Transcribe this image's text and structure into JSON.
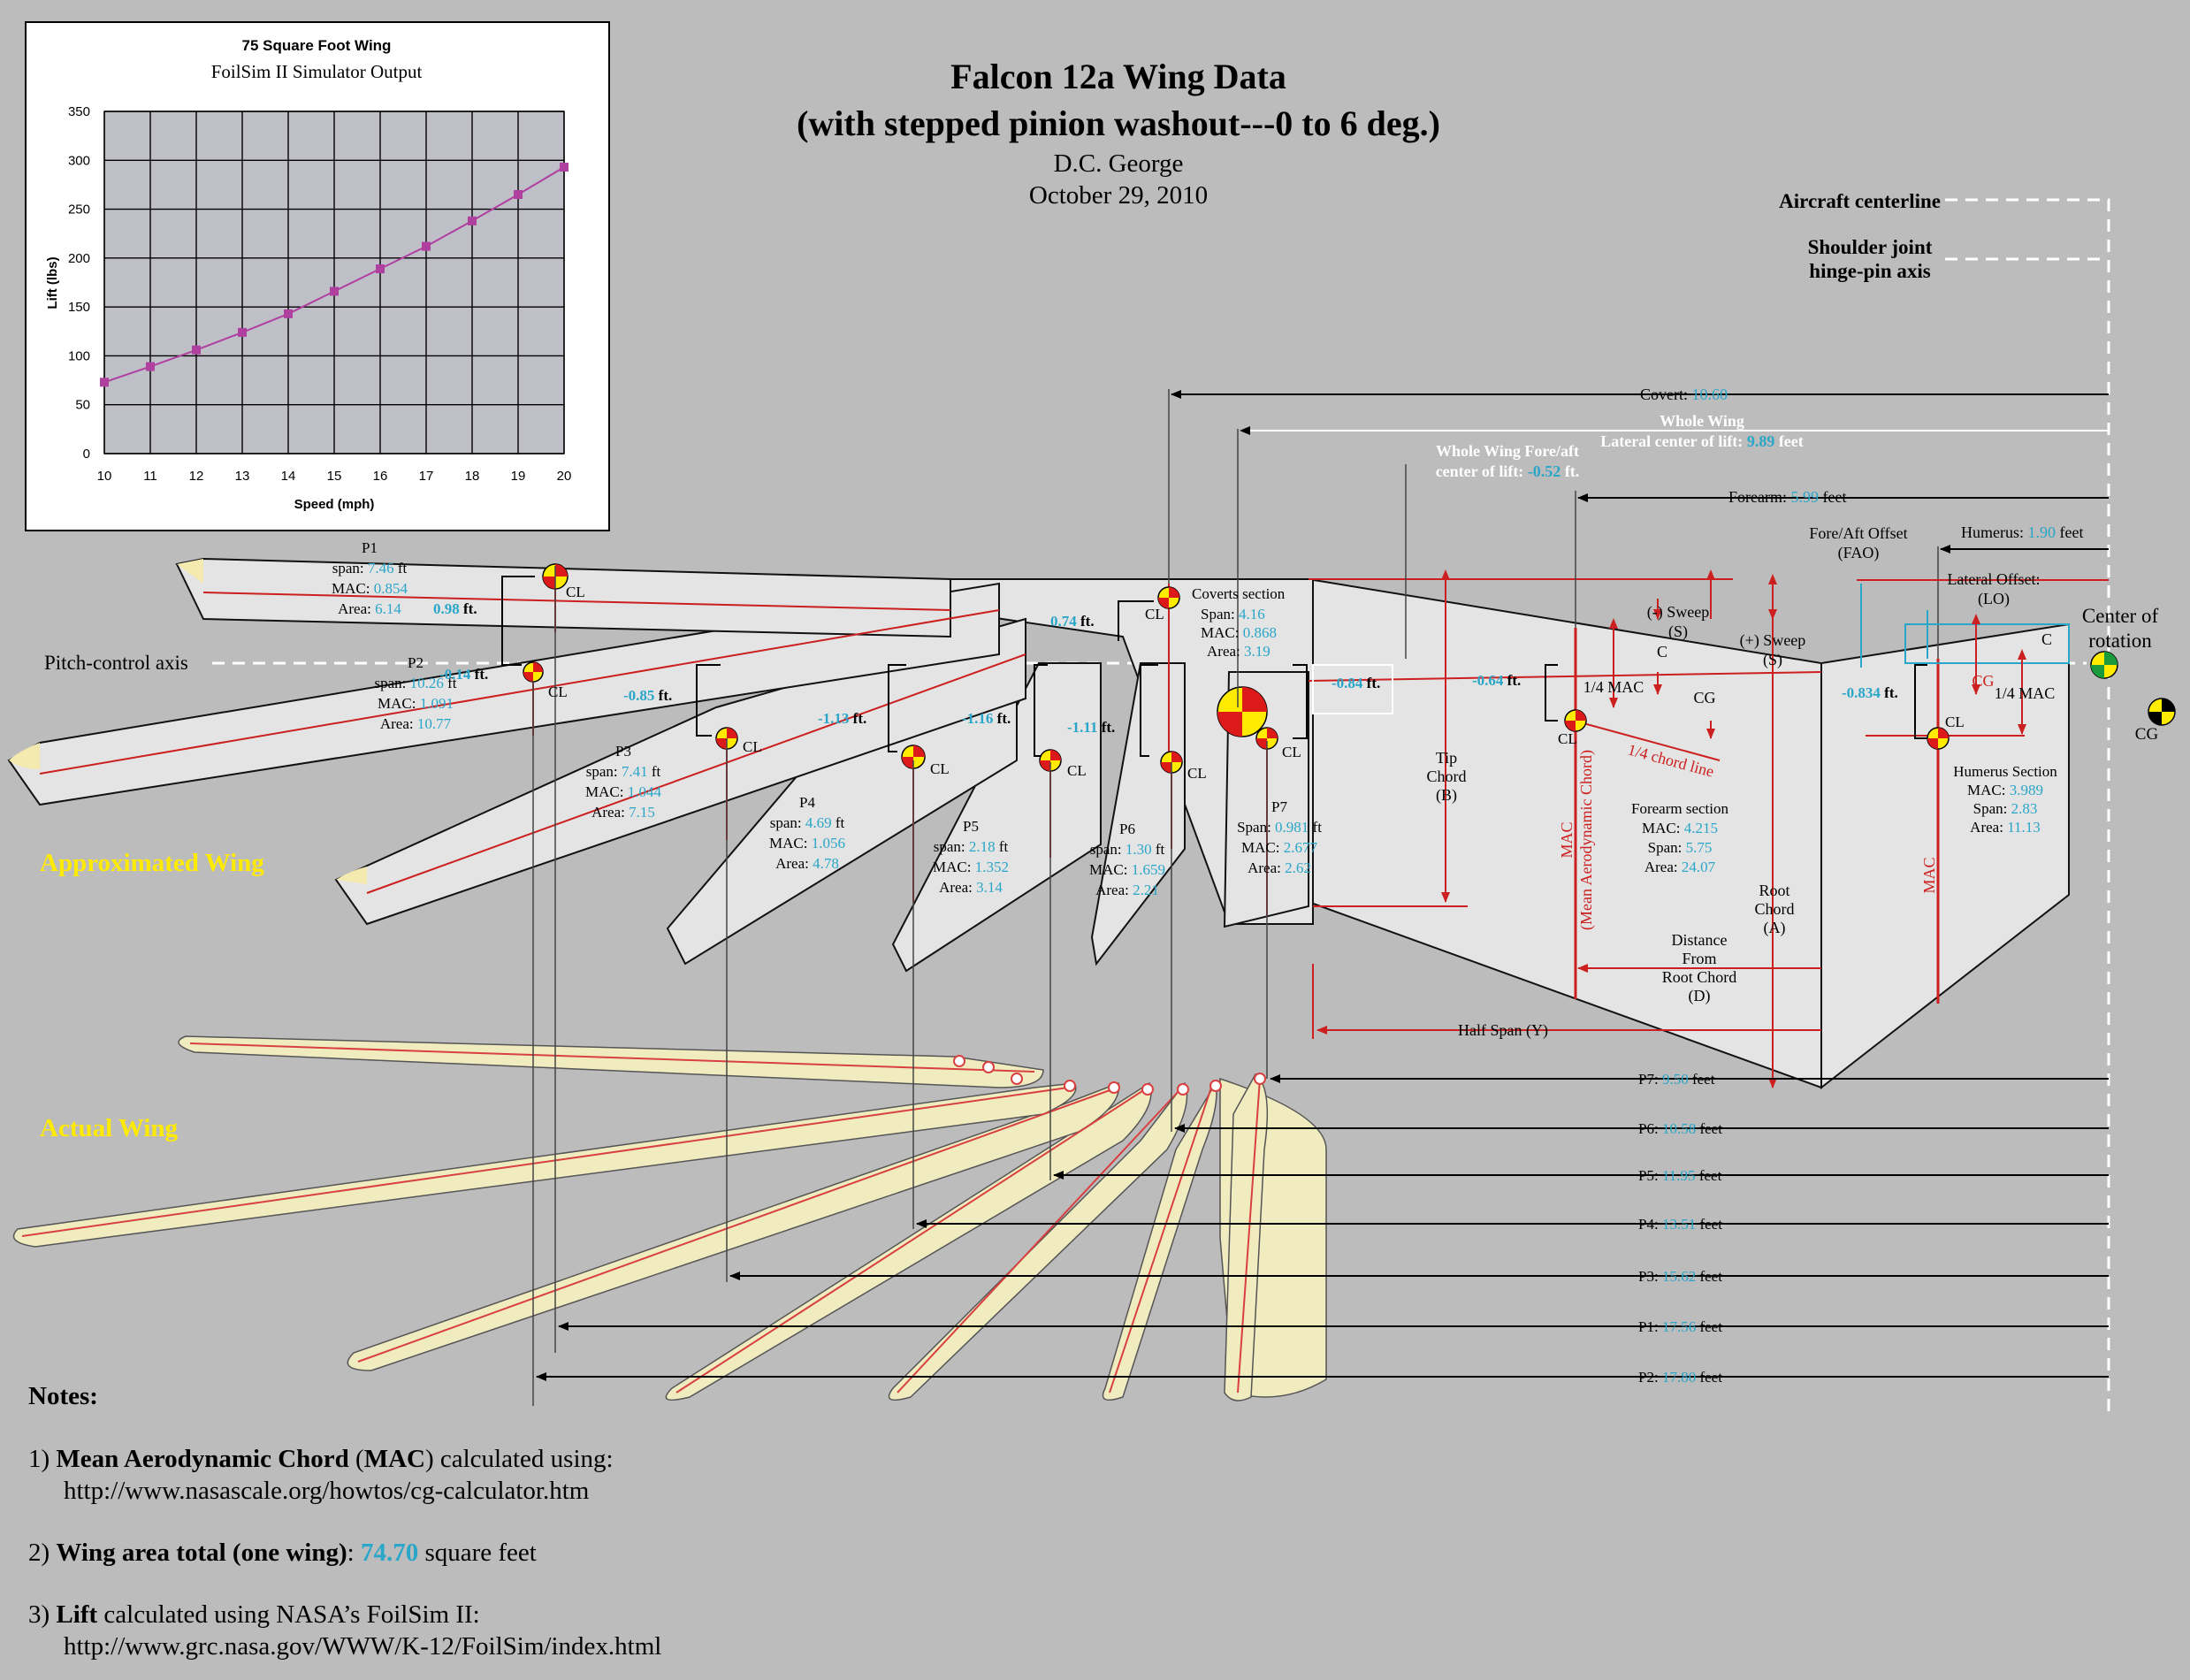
{
  "title": {
    "line1": "Falcon 12a Wing Data",
    "line2": "(with stepped pinion washout---0 to 6 deg.)",
    "author": "D.C. George",
    "date": "October 29, 2010"
  },
  "chart_data": {
    "type": "line",
    "title": "75 Square Foot Wing",
    "subtitle": "FoilSim II Simulator Output",
    "xlabel": "Speed (mph)",
    "ylabel": "Lift (lbs)",
    "x": [
      10,
      11,
      12,
      13,
      14,
      15,
      16,
      17,
      18,
      19,
      20
    ],
    "y": [
      73,
      89,
      106,
      124,
      143,
      166,
      189,
      212,
      238,
      265,
      293
    ],
    "xlim": [
      10,
      20
    ],
    "ylim": [
      0,
      350
    ],
    "xticks": [
      "10",
      "11",
      "12",
      "13",
      "14",
      "15",
      "16",
      "17",
      "18",
      "19",
      "20"
    ],
    "yticks": [
      "0",
      "50",
      "100",
      "150",
      "200",
      "250",
      "300",
      "350"
    ],
    "grid": true,
    "series_color": "#b040a0"
  },
  "axes_labels": {
    "centerline": "Aircraft centerline",
    "shoulder1": "Shoulder joint",
    "shoulder2": "hinge-pin axis",
    "pitch": "Pitch-control axis",
    "center_rot1": "Center of",
    "center_rot2": "rotation",
    "cg": "CG"
  },
  "dimensions": {
    "covert_label": "Covert: ",
    "covert_val": "10.60",
    "whole1": "Whole Wing",
    "whole2": "Lateral center of lift: ",
    "whole2_val": "9.89",
    "whole2_unit": " feet",
    "fa1": "Whole Wing Fore/aft",
    "fa2": "center of lift: ",
    "fa2_val": "-0.52",
    "fa2_unit": " ft.",
    "forearm_label": "Forearm: ",
    "forearm_val": "5.99",
    "forearm_unit": " feet",
    "humerus_label": "Humerus: ",
    "humerus_val": "1.90",
    "humerus_unit": " feet",
    "fao1": "Fore/Aft Offset",
    "fao2": "(FAO)",
    "lo1": "Lateral Offset:",
    "lo2": "(LO)",
    "sweep_neg1": "(-) Sweep",
    "sweep_neg2": "(S)",
    "sweep_pos1": "(+) Sweep",
    "sweep_pos2": "(S)",
    "c": "C",
    "quarter_mac": "1/4 MAC",
    "cg": "CG",
    "quarter_chord": "1/4 chord line",
    "tip1": "Tip",
    "tip2": "Chord",
    "tip3": "(B)",
    "root1": "Root",
    "root2": "Chord",
    "root3": "(A)",
    "dist1": "Distance",
    "dist2": "From",
    "dist3": "Root Chord",
    "dist4": "(D)",
    "half_span": "Half Span (Y)",
    "mac_long1": "MAC",
    "mac_long2": "(Mean Aerodynamic Chord)",
    "mac_short": "MAC"
  },
  "sections": {
    "p1": {
      "name": "P1",
      "span": "7.46",
      "mac": "0.854",
      "area": "6.14"
    },
    "p2": {
      "name": "P2",
      "span": "10.26",
      "mac": "1.091",
      "area": "10.77"
    },
    "p3": {
      "name": "P3",
      "span": "7.41",
      "mac": "1.044",
      "area": "7.15"
    },
    "p4": {
      "name": "P4",
      "span": "4.69",
      "mac": "1.056",
      "area": "4.78"
    },
    "p5": {
      "name": "P5",
      "span": "2.18",
      "mac": "1.352",
      "area": "3.14"
    },
    "p6": {
      "name": "P6",
      "span": "1.30",
      "mac": "1.659",
      "area": "2.21"
    },
    "p7": {
      "name": "P7",
      "span": "0.981",
      "mac": "2.677",
      "area": "2.62"
    },
    "coverts": {
      "name": "Coverts section",
      "span": "4.16",
      "mac": "0.868",
      "area": "3.19"
    },
    "forearm": {
      "name": "Forearm section",
      "mac": "4.215",
      "span": "5.75",
      "area": "24.07"
    },
    "humerus": {
      "name": "Humerus Section",
      "mac": "3.989",
      "span": "2.83",
      "area": "11.13"
    }
  },
  "row_labels": {
    "span": "span: ",
    "span_cap": "Span: ",
    "span_colon": "Span: ",
    "mac": "MAC: ",
    "area": "Area: ",
    "ft": " ft"
  },
  "offsets": {
    "o_p1": "0.98",
    "o_p2": "-0.14",
    "o_p3": "-0.85",
    "o_p4": "-1.13",
    "o_p5": "-1.16",
    "o_p6": "-1.11",
    "o_cov": "0.74",
    "o_whole": "-0.84",
    "o_fore": "-0.64",
    "o_hum": "-0.834",
    "unit": " ft."
  },
  "cl": "CL",
  "wing_labels": {
    "approx": "Approximated Wing",
    "actual": "Actual Wing"
  },
  "feather_lengths": [
    {
      "label": "P7: ",
      "val": "9.50",
      "unit": " feet"
    },
    {
      "label": "P6: ",
      "val": "10.58",
      "unit": " feet"
    },
    {
      "label": "P5: ",
      "val": "11.95",
      "unit": " feet"
    },
    {
      "label": "P4: ",
      "val": "13.51",
      "unit": " feet"
    },
    {
      "label": "P3: ",
      "val": "15.62",
      "unit": " feet"
    },
    {
      "label": "P1: ",
      "val": "17.56",
      "unit": " feet"
    },
    {
      "label": "P2: ",
      "val": "17.80",
      "unit": " feet"
    }
  ],
  "notes": {
    "heading": "Notes:",
    "n1_pre": "1) ",
    "n1_b1": "Mean Aerodynamic Chord",
    "n1_mid": " (",
    "n1_b2": "MAC",
    "n1_post": ") calculated using:",
    "n1_url": "http://www.nasascale.org/howtos/cg-calculator.htm",
    "n2_pre": "2) ",
    "n2_b": "Wing area total (one wing)",
    "n2_mid": ": ",
    "n2_val": "74.70",
    "n2_post": " square feet",
    "n3_pre": "3)  ",
    "n3_b": "Lift",
    "n3_post": " calculated using NASA’s FoilSim II:",
    "n3_url": "http://www.grc.nasa.gov/WWW/K-12/FoilSim/index.html"
  }
}
